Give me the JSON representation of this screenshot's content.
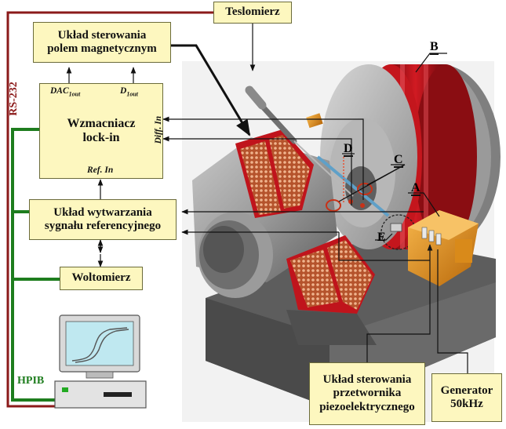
{
  "boxes": {
    "teslomierz": "Teslomierz",
    "magnet_control": [
      "Układ sterowania",
      "polem magnetycznym"
    ],
    "lockin": [
      "Wzmacniacz",
      "lock-in"
    ],
    "lockin_dac": "DAC",
    "lockin_dac_sub": "1out",
    "lockin_d": "D",
    "lockin_d_sub": "1out",
    "lockin_diff": "Diff. In",
    "lockin_ref": "Ref. In",
    "reference": [
      "Układ wytwarzania",
      "sygnału referencyjnego"
    ],
    "woltomierz": "Woltomierz",
    "piezo_control": [
      "Układ sterowania",
      "przetwornika",
      "piezoelektrycznego"
    ],
    "generator": [
      "Generator",
      "50kHz"
    ]
  },
  "bus_labels": {
    "rs232": "RS-232",
    "hpib": "HPIB"
  },
  "part_labels": {
    "a": "A",
    "b": "B",
    "c": "C",
    "d": "D",
    "e": "E"
  },
  "colors": {
    "box_fill": "#fdf7bf",
    "rs232_line": "#8b1a1a",
    "hpib_line": "#1e7d1e",
    "coil_red": "#c0141c",
    "iron_gray": "#8e8e8e",
    "probe_orange": "#e8961c"
  }
}
